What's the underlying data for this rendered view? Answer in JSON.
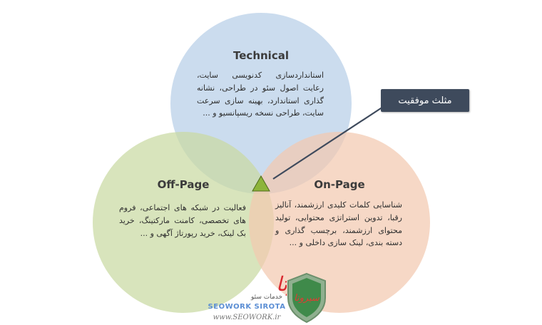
{
  "circles": [
    {
      "id": "technical",
      "title": "Technical",
      "text": "استانداردسازی کدنویسی سایت، رعایت اصول سئو در طراحی، نشانه گذاری استاندارد، بهینه سازی سرعت سایت، طراحی نسخه ریسپانسیو و ...",
      "fill": "#b7cee8"
    },
    {
      "id": "off-page",
      "title": "Off-Page",
      "text": "فعالیت در شبکه های اجتماعی، فروم های تخصصی، کامنت مارکتینگ، خرید بک لینک، خرید رپورتاژ آگهی و ...",
      "fill": "#c9d9a2"
    },
    {
      "id": "on-page",
      "title": "On-Page",
      "text": "شناسایی کلمات کلیدی ارزشمند، آنالیز رقبا، تدوین استراتژی محتوایی، تولید محتوای ارزشمند، برچسب گذاری و دسته بندی، لینک سازی داخلی و ...",
      "fill": "#f3c9b0"
    }
  ],
  "callout": {
    "label": "مثلث موفقیت",
    "bg": "#3e4a5c"
  },
  "center_marker": {
    "fill": "#8db43a",
    "name": "success-triangle"
  },
  "branding": {
    "logo_text": "سیروتا",
    "logo_sub": "خدمات سئو",
    "brand_line": "SEOWORK SIROTA",
    "url": "www.SEOWORK.ir",
    "shield_text": "سیروتا"
  }
}
